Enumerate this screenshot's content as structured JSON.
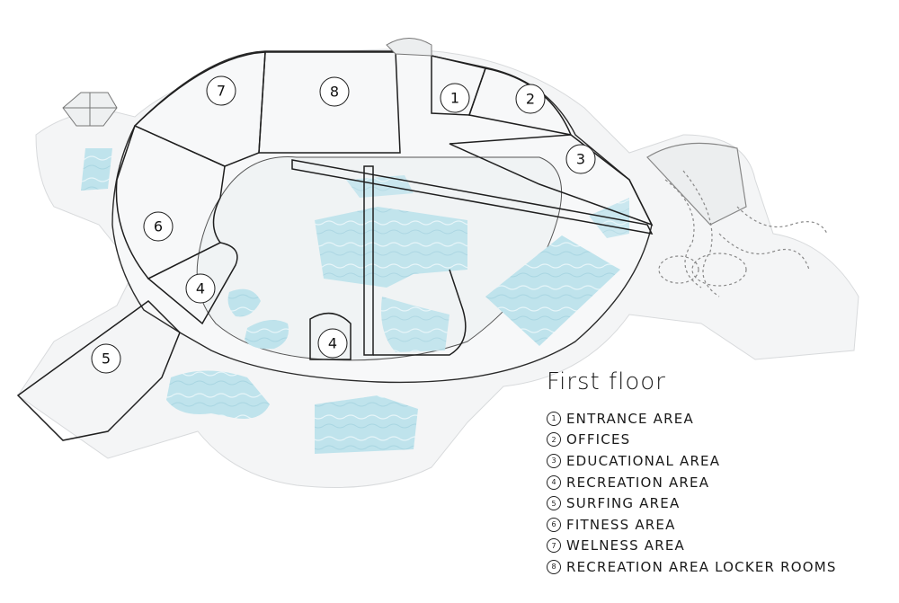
{
  "legend": {
    "title": "First floor",
    "items": [
      {
        "num": "1",
        "label": "ENTRANCE AREA"
      },
      {
        "num": "2",
        "label": "OFFICES"
      },
      {
        "num": "3",
        "label": "EDUCATIONAL AREA"
      },
      {
        "num": "4",
        "label": "RECREATION AREA"
      },
      {
        "num": "5",
        "label": "SURFING AREA"
      },
      {
        "num": "6",
        "label": "FITNESS AREA"
      },
      {
        "num": "7",
        "label": "WELNESS AREA"
      },
      {
        "num": "8",
        "label": "RECREATION AREA LOCKER ROOMS"
      }
    ]
  },
  "zones": {
    "z1": "1",
    "z2": "2",
    "z3": "3",
    "z4a": "4",
    "z4b": "4",
    "z5": "5",
    "z6": "6",
    "z7": "7",
    "z8": "8"
  },
  "colors": {
    "water": "#bfe3ec",
    "outline": "#1f1f1f",
    "floor": "#f4f5f6"
  }
}
